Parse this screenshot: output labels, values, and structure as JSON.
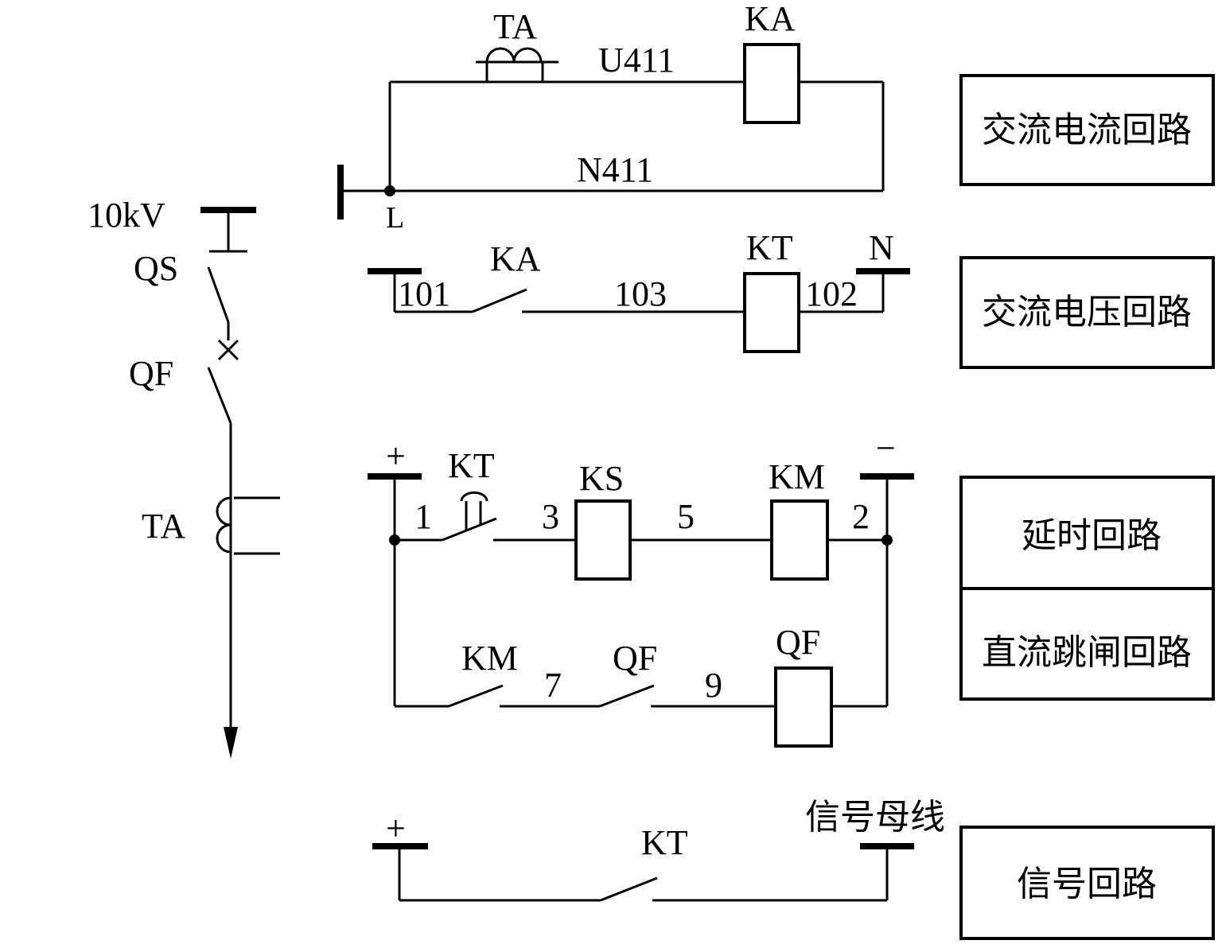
{
  "single_line": {
    "voltage": "10kV",
    "qs": "QS",
    "qf": "QF",
    "ta": "TA"
  },
  "ac_current": {
    "ta": "TA",
    "ka": "KA",
    "u_wire": "U411",
    "n_wire": "N411",
    "ground_node": "L",
    "box_label": "交流电流回路"
  },
  "ac_voltage": {
    "n101": "101",
    "ka": "KA",
    "n103": "103",
    "kt": "KT",
    "n102": "102",
    "n_bus": "N",
    "box_label": "交流电压回路"
  },
  "dc_circuit": {
    "plus": "+",
    "minus": "−",
    "kt": "KT",
    "ks": "KS",
    "km": "KM",
    "n1": "1",
    "n3": "3",
    "n5": "5",
    "n2": "2",
    "km_contact": "KM",
    "qf_contact": "QF",
    "qf_coil": "QF",
    "n7": "7",
    "n9": "9",
    "delay_label": "延时回路",
    "trip_label": "直流跳闸回路"
  },
  "signal_circuit": {
    "plus": "+",
    "kt": "KT",
    "bus_label": "信号母线",
    "box_label": "信号回路"
  }
}
